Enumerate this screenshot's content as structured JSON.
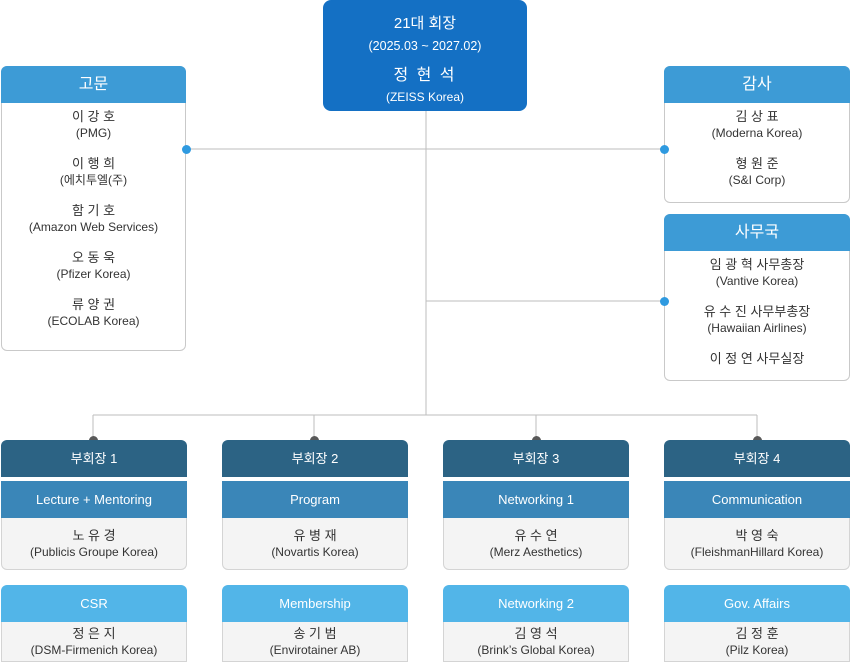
{
  "president": {
    "title": "21대 회장",
    "term": "(2025.03 ~ 2027.02)",
    "name": "정 현 석",
    "org": "(ZEISS Korea)"
  },
  "advisors": {
    "title": "고문",
    "members": [
      {
        "name": "이 강 호",
        "org": "(PMG)"
      },
      {
        "name": "이 행 희",
        "org": "(에치투엘(주)"
      },
      {
        "name": "함 기 호",
        "org": "(Amazon Web Services)"
      },
      {
        "name": "오 동 욱",
        "org": "(Pfizer Korea)"
      },
      {
        "name": "류 양 권",
        "org": "(ECOLAB  Korea)"
      }
    ]
  },
  "auditors": {
    "title": "감사",
    "members": [
      {
        "name": "김 상 표",
        "org": "(Moderna Korea)"
      },
      {
        "name": "형 원 준",
        "org": "(S&I Corp)"
      }
    ]
  },
  "secretariat": {
    "title": "사무국",
    "members": [
      {
        "name": "임 광 혁 사무총장",
        "org": "(Vantive Korea)"
      },
      {
        "name": "유 수 진 사무부총장",
        "org": "(Hawaiian  Airlines)"
      },
      {
        "name": "이 정 연 사무실장",
        "org": ""
      }
    ]
  },
  "vice_presidents": [
    {
      "title": "부회장 1",
      "committee": "Lecture + Mentoring",
      "name": "노 유 경",
      "org": "(Publicis Groupe Korea)",
      "sub_title": "CSR",
      "sub_name": "정 은 지",
      "sub_org": "(DSM-Firmenich Korea)"
    },
    {
      "title": "부회장 2",
      "committee": "Program",
      "name": "유 병 재",
      "org": "(Novartis Korea)",
      "sub_title": "Membership",
      "sub_name": "송 기 범",
      "sub_org": "(Envirotainer AB)"
    },
    {
      "title": "부회장 3",
      "committee": "Networking  1",
      "name": "유 수 연",
      "org": "(Merz Aesthetics)",
      "sub_title": "Networking  2",
      "sub_name": "김 영 석",
      "sub_org": "(Brink’s Global Korea)"
    },
    {
      "title": "부회장 4",
      "committee": "Communication",
      "name": "박 영 숙",
      "org": "(FleishmanHillard  Korea)",
      "sub_title": "Gov.  Affairs",
      "sub_name": "김 정 훈",
      "sub_org": "(Pilz Korea)"
    }
  ],
  "colors": {
    "president": "#1470c4",
    "side_header": "#3d9bd6",
    "vp_header": "#2c6384",
    "committee_header": "#3a86b8",
    "sub_header": "#52b5e8"
  }
}
